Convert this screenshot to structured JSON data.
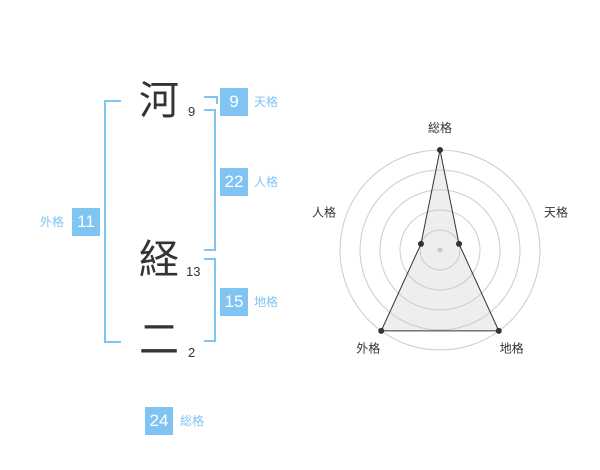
{
  "name": {
    "chars": [
      {
        "char": "河",
        "strokes": "9"
      },
      {
        "char": "経",
        "strokes": "13"
      },
      {
        "char": "二",
        "strokes": "2"
      }
    ]
  },
  "kakusu": {
    "tenkaku": {
      "value": "9",
      "label": "天格"
    },
    "jinkaku": {
      "value": "22",
      "label": "人格"
    },
    "chikaku": {
      "value": "15",
      "label": "地格"
    },
    "gaikaku": {
      "value": "11",
      "label": "外格"
    },
    "soukaku": {
      "value": "24",
      "label": "総格"
    }
  },
  "colors": {
    "accent": "#7fc4f2",
    "text": "#333333",
    "grid": "#cccccc"
  },
  "chart_data": {
    "type": "radar",
    "axes": [
      "総格",
      "天格",
      "地格",
      "外格",
      "人格"
    ],
    "values": [
      5,
      1,
      5,
      5,
      1
    ],
    "range": [
      0,
      5
    ],
    "rings": 5
  }
}
